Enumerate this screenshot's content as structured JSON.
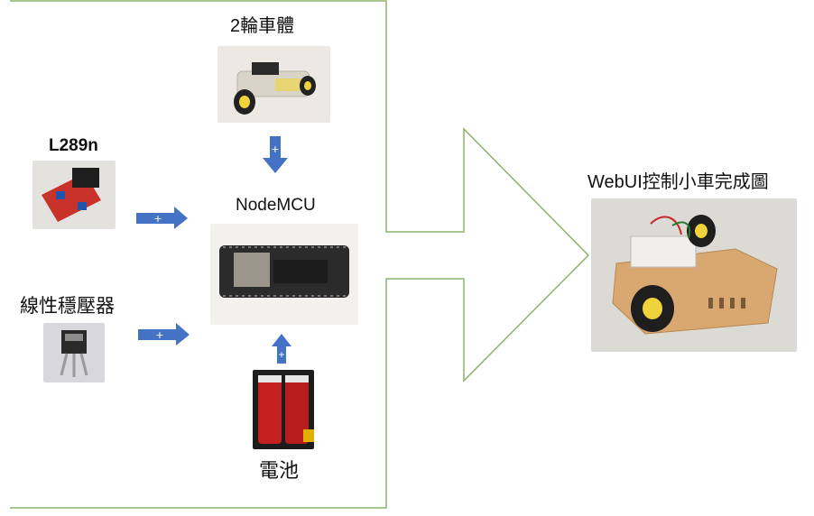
{
  "components": {
    "chassis": {
      "label": "2輪車體",
      "icon": "robot-chassis"
    },
    "driver": {
      "label": "L289n",
      "icon": "motor-driver-board"
    },
    "mcu": {
      "label": "NodeMCU",
      "icon": "nodemcu-board"
    },
    "regulator": {
      "label": "線性穩壓器",
      "icon": "voltage-regulator"
    },
    "battery": {
      "label": "電池",
      "icon": "battery-pack"
    }
  },
  "result": {
    "label": "WebUI控制小車完成圖",
    "icon": "assembled-car"
  },
  "connector_symbol": "+",
  "colors": {
    "arrow_blue": "#4472C4",
    "frame_green": "#8DB36A"
  }
}
